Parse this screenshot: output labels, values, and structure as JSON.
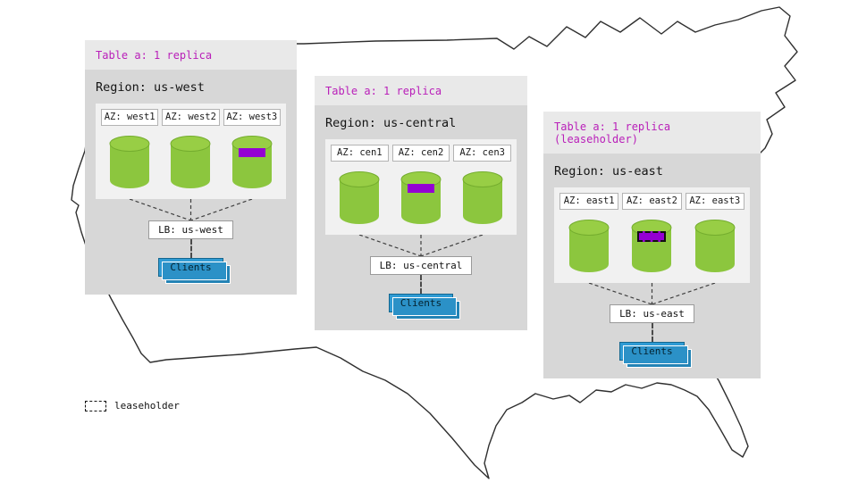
{
  "colors": {
    "card_title_bg": "#e9e9e9",
    "card_bg": "#d7d7d7",
    "panel_bg": "#f1f1f1",
    "table_label_purple": "#b91fb9",
    "cylinder_green": "#8cc63e",
    "replica_band_purple": "#9400d3",
    "clients_blue": "#2f9bd4",
    "map_outline": "#2f2f2f"
  },
  "legend": {
    "label": "leaseholder"
  },
  "regions": [
    {
      "table_label": "Table a: 1 replica",
      "region_label": "Region: us-west",
      "azs": [
        {
          "label": "AZ: west1",
          "has_replica": false,
          "is_leaseholder": false
        },
        {
          "label": "AZ: west2",
          "has_replica": false,
          "is_leaseholder": false
        },
        {
          "label": "AZ: west3",
          "has_replica": true,
          "is_leaseholder": false
        }
      ],
      "lb_label": "LB: us-west",
      "clients_label": "Clients"
    },
    {
      "table_label": "Table a: 1 replica",
      "region_label": "Region: us-central",
      "azs": [
        {
          "label": "AZ: cen1",
          "has_replica": false,
          "is_leaseholder": false
        },
        {
          "label": "AZ: cen2",
          "has_replica": true,
          "is_leaseholder": false
        },
        {
          "label": "AZ: cen3",
          "has_replica": false,
          "is_leaseholder": false
        }
      ],
      "lb_label": "LB: us-central",
      "clients_label": "Clients"
    },
    {
      "table_label": "Table a: 1 replica (leaseholder)",
      "region_label": "Region: us-east",
      "azs": [
        {
          "label": "AZ: east1",
          "has_replica": false,
          "is_leaseholder": false
        },
        {
          "label": "AZ: east2",
          "has_replica": true,
          "is_leaseholder": true
        },
        {
          "label": "AZ: east3",
          "has_replica": false,
          "is_leaseholder": false
        }
      ],
      "lb_label": "LB: us-east",
      "clients_label": "Clients"
    }
  ]
}
